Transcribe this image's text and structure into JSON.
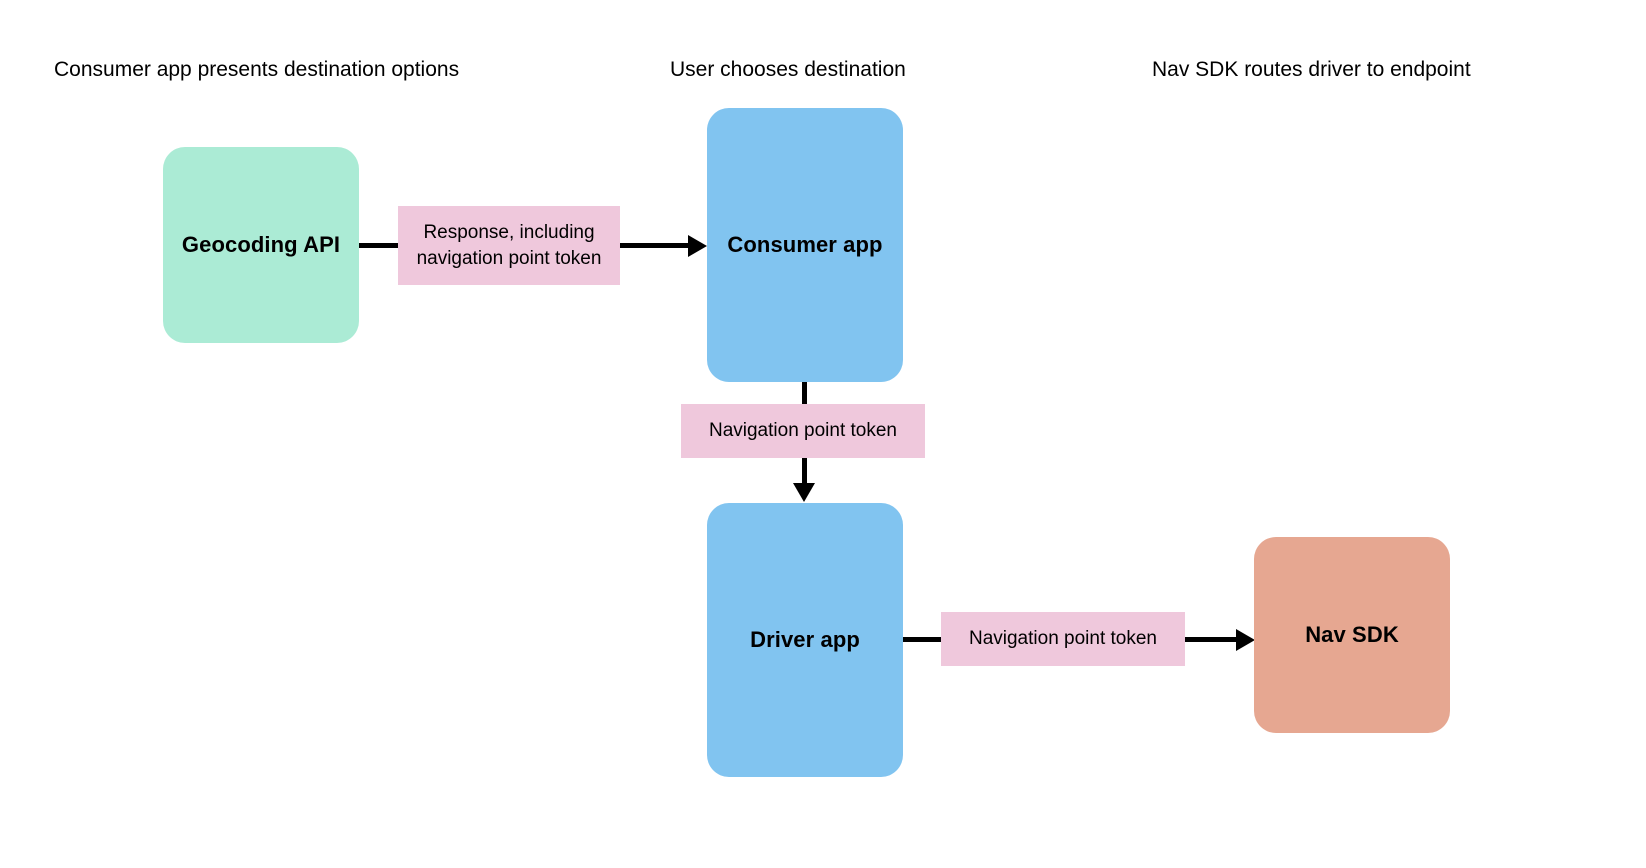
{
  "diagram": {
    "title_row": [
      {
        "id": "consumer-options",
        "label": "Consumer app presents destination options"
      },
      {
        "id": "user-chooses",
        "label": "User chooses destination"
      },
      {
        "id": "navsdk-routes",
        "label": "Nav SDK routes driver to endpoint"
      }
    ],
    "nodes": [
      {
        "id": "geocoding-api",
        "label": "Geocoding API",
        "color": "#ABEBD5"
      },
      {
        "id": "consumer-app",
        "label": "Consumer app",
        "color": "#81C4F0"
      },
      {
        "id": "driver-app",
        "label": "Driver app",
        "color": "#81C4F0"
      },
      {
        "id": "nav-sdk",
        "label": "Nav SDK",
        "color": "#E6A791"
      }
    ],
    "edges": [
      {
        "id": "geocoding-to-consumer",
        "from": "geocoding-api",
        "to": "consumer-app",
        "label": "Response, including navigation point token",
        "label_color": "#EFC8DC",
        "direction": "right"
      },
      {
        "id": "consumer-to-driver",
        "from": "consumer-app",
        "to": "driver-app",
        "label": "Navigation point token",
        "label_color": "#EFC8DC",
        "direction": "down"
      },
      {
        "id": "driver-to-navsdk",
        "from": "driver-app",
        "to": "nav-sdk",
        "label": "Navigation point token",
        "label_color": "#EFC8DC",
        "direction": "right"
      }
    ],
    "colors": {
      "background": "#FFFFFF",
      "line": "#000000",
      "text": "#000000",
      "green": "#ABEBD5",
      "blue": "#81C4F0",
      "salmon": "#E6A791",
      "pink": "#EFC8DC"
    }
  }
}
